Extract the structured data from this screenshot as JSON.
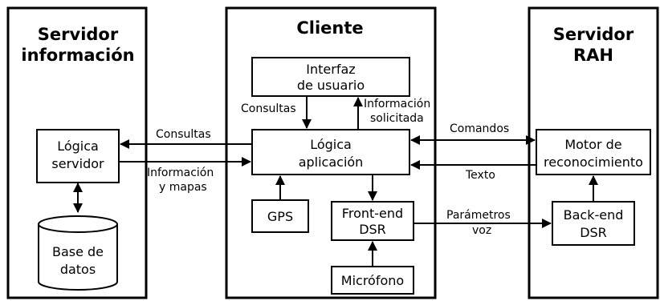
{
  "panels": {
    "info_server": {
      "title_l1": "Servidor",
      "title_l2": "información"
    },
    "client": {
      "title": "Cliente"
    },
    "rah_server": {
      "title_l1": "Servidor",
      "title_l2": "RAH"
    }
  },
  "boxes": {
    "logica_servidor": {
      "l1": "Lógica",
      "l2": "servidor"
    },
    "base_datos": {
      "l1": "Base de",
      "l2": "datos"
    },
    "interfaz_usuario": {
      "l1": "Interfaz",
      "l2": "de usuario"
    },
    "logica_aplicacion": {
      "l1": "Lógica",
      "l2": "aplicación"
    },
    "gps": {
      "l1": "GPS"
    },
    "front_end_dsr": {
      "l1": "Front-end",
      "l2": "DSR"
    },
    "microfono": {
      "l1": "Micrófono"
    },
    "motor_reconocimiento": {
      "l1": "Motor de",
      "l2": "reconocimiento"
    },
    "back_end_dsr": {
      "l1": "Back-end",
      "l2": "DSR"
    }
  },
  "edges": {
    "consultas_ui": "Consultas",
    "info_solicitada_l1": "Información",
    "info_solicitada_l2": "solicitada",
    "consultas_server": "Consultas",
    "info_mapas_l1": "Información",
    "info_mapas_l2": "y mapas",
    "comandos": "Comandos",
    "texto": "Texto",
    "parametros_l1": "Parámetros",
    "parametros_l2": "voz"
  }
}
